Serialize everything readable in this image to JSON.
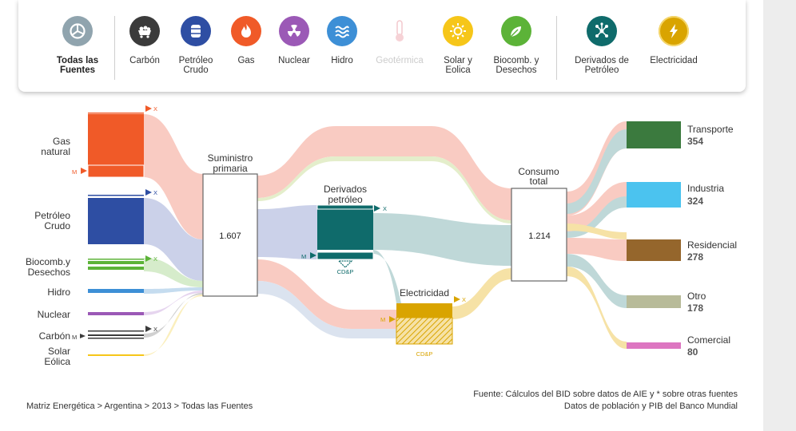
{
  "filters": [
    {
      "key": "all",
      "label": "Todas las Fuentes",
      "color": "#90a4ae",
      "icon": "pie-chart-icon",
      "active": true
    },
    {
      "key": "coal",
      "label": "Carbón",
      "color": "#3b3b3b",
      "icon": "coal-cart-icon"
    },
    {
      "key": "crude",
      "label": "Petróleo Crudo",
      "color": "#2e4ea3",
      "icon": "oil-barrel-icon"
    },
    {
      "key": "gas",
      "label": "Gas",
      "color": "#f05a28",
      "icon": "flame-icon"
    },
    {
      "key": "nuclear",
      "label": "Nuclear",
      "color": "#9b59b6",
      "icon": "radiation-icon"
    },
    {
      "key": "hydro",
      "label": "Hidro",
      "color": "#3d8fd6",
      "icon": "water-waves-icon"
    },
    {
      "key": "geo",
      "label": "Geotérmica",
      "color": "#f6d2d6",
      "icon": "thermometer-icon",
      "disabled": true
    },
    {
      "key": "solar",
      "label": "Solar y Eolica",
      "color": "#f6c619",
      "icon": "sun-icon"
    },
    {
      "key": "bio",
      "label": "Biocomb. y Desechos",
      "color": "#5cb338",
      "icon": "leaves-icon"
    },
    {
      "key": "derivs",
      "label": "Derivados de Petróleo",
      "color": "#0f6b6b",
      "icon": "molecule-icon"
    },
    {
      "key": "elec",
      "label": "Electricidad",
      "color": "#d9a400",
      "icon": "lightning-bolt-icon"
    }
  ],
  "sources": {
    "gas": "Gas natural",
    "crude": "Petróleo Crudo",
    "bio": "Biocomb.y Desechos",
    "hydro": "Hidro",
    "nuclear": "Nuclear",
    "coal": "Carbón",
    "solar": "Solar Eólica"
  },
  "nodes": {
    "supply_label": "Suministro primaria",
    "supply_value": "1.607",
    "derivs_label": "Derivados petróleo",
    "elec_label": "Electricidad",
    "consumo_label": "Consumo total",
    "consumo_value": "1.214",
    "cdp": "CD&P",
    "x_mark": "X",
    "m_mark": "M"
  },
  "sectors": [
    {
      "name": "Transporte",
      "value": "354",
      "color": "#3b7a3e"
    },
    {
      "name": "Industria",
      "value": "324",
      "color": "#4bc3ef"
    },
    {
      "name": "Residencial",
      "value": "278",
      "color": "#95662c"
    },
    {
      "name": "Otro",
      "value": "178",
      "color": "#b8bb99"
    },
    {
      "name": "Comercial",
      "value": "80",
      "color": "#dd76c1"
    }
  ],
  "footer": {
    "breadcrumb": "Matriz Energética > Argentina > 2013 > Todas las Fuentes",
    "source_line1": "Fuente: Cálculos del BID sobre datos de AIE y * sobre otras fuentes",
    "source_line2": "Datos de población y PIB del Banco Mundial"
  }
}
